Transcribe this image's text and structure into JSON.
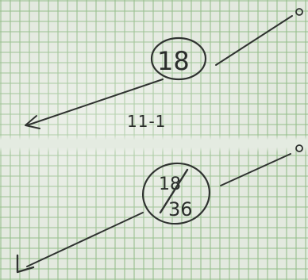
{
  "upper_mark": {
    "value": "18"
  },
  "middle_mark": {
    "text": "11-1"
  },
  "lower_mark": {
    "numerator": "18",
    "denominator": "36"
  }
}
